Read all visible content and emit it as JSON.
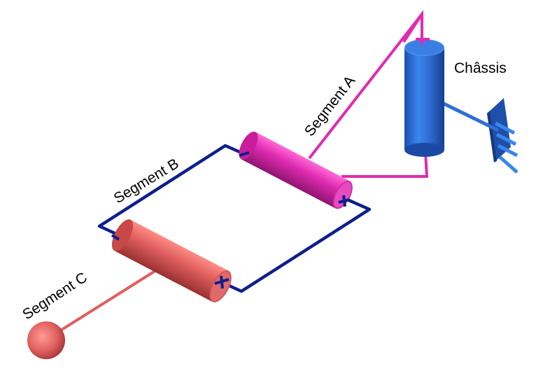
{
  "labels": {
    "chassis": "Châssis",
    "segment_a": "Segment A",
    "segment_b": "Segment B",
    "segment_c": "Segment C"
  },
  "colors": {
    "background": "#ffffff",
    "chassis": "#2f6fd6",
    "chassis_mount": "#1f4fa8",
    "segment_a": "#e02bb0",
    "segment_b": "#0d1f8c",
    "segment_c": "#e06060",
    "text": "#000000"
  },
  "parts": {
    "chassis": "vertical blue cylinder with wall bracket",
    "segment_a": "magenta cylinder joint",
    "segment_b": "rectangular navy link",
    "segment_c": "red cylinder with rod and ball end"
  }
}
